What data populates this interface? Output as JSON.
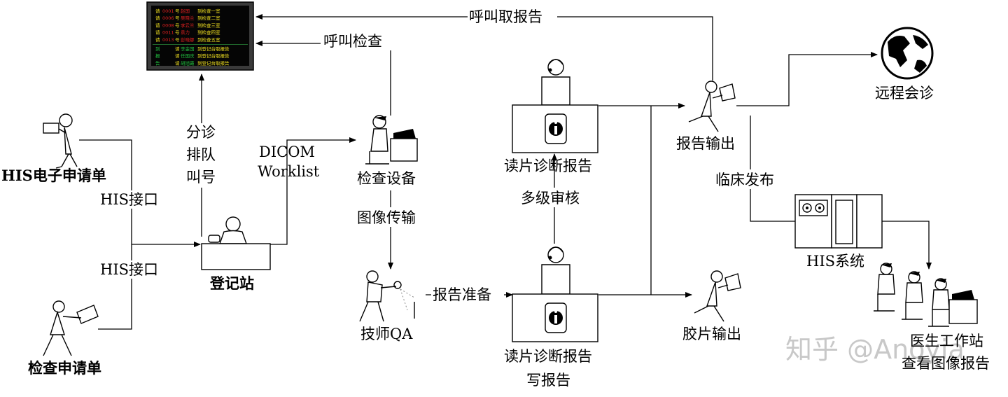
{
  "nodes": {
    "his_request": "HIS电子申请单",
    "exam_request": "检查申请单",
    "registration": "登记站",
    "exam_device": "检查设备",
    "tech_qa": "技师QA",
    "read_report_top": "读片诊断报告",
    "read_report_bottom": "读片诊断报告",
    "write_report": "写报告",
    "report_output": "报告输出",
    "film_output": "胶片输出",
    "remote_consult": "远程会诊",
    "his_system": "HIS系统",
    "doctor_station_1": "医生工作站",
    "doctor_station_2": "查看图像报告"
  },
  "edges": {
    "his_interface_1": "HIS接口",
    "his_interface_2": "HIS接口",
    "triage_1": "分诊",
    "triage_2": "排队",
    "triage_3": "叫号",
    "dicom_1": "DICOM",
    "dicom_2": "Worklist",
    "call_exam": "呼叫检查",
    "call_report": "呼叫取报告",
    "image_transfer": "图像传输",
    "report_prep": "报告准备",
    "multi_review": "多级审核",
    "clinical_publish": "临床发布"
  },
  "screen": {
    "rows": [
      {
        "c1": "请",
        "c2": "0001",
        "c3": "号",
        "c4": "赵国",
        "c5": "到检查一室"
      },
      {
        "c1": "请",
        "c2": "0006",
        "c3": "号",
        "c4": "吴晓兰",
        "c5": "到检查二室"
      },
      {
        "c1": "请",
        "c2": "0008",
        "c3": "号",
        "c4": "李云兰",
        "c5": "到检查三室"
      },
      {
        "c1": "请",
        "c2": "0011",
        "c3": "号",
        "c4": "袁力",
        "c5": "到检查四室"
      },
      {
        "c1": "请",
        "c2": "0013",
        "c3": "号",
        "c4": "彭晓娜",
        "c5": "到检查五室"
      },
      {
        "c1": "到",
        "c2": "",
        "c3": "请",
        "c4": "李金国",
        "c5": "到登记台取报告"
      },
      {
        "c1": "报",
        "c2": "",
        "c3": "请",
        "c4": "任国庆",
        "c5": "到登记台取报告"
      },
      {
        "c1": "告",
        "c2": "",
        "c3": "请",
        "c4": "胡旭霞",
        "c5": "到登记台取报告"
      }
    ]
  },
  "watermark": "知乎 @Anoyia",
  "colors": {
    "screen_bg": "#050505",
    "name_red": "#e02020",
    "name_green": "#22c040",
    "text_yellow": "#f0e020"
  }
}
